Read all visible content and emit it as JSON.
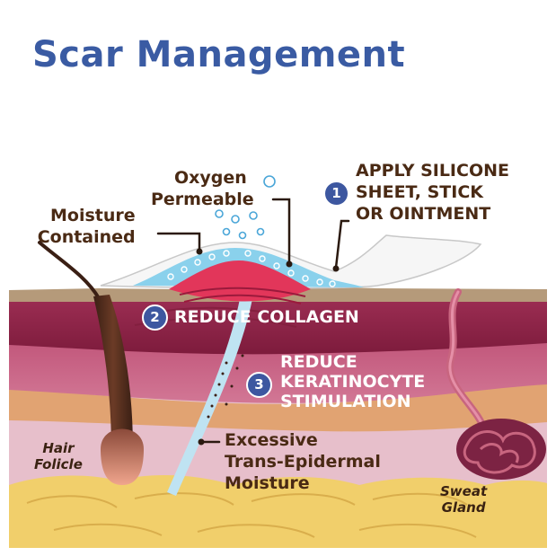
{
  "title": "Scar Management",
  "steps": [
    {
      "number": "1",
      "lines": [
        "APPLY SILICONE",
        "SHEET, STICK",
        "OR OINTMENT"
      ]
    },
    {
      "number": "2",
      "lines": [
        "REDUCE COLLAGEN"
      ]
    },
    {
      "number": "3",
      "lines": [
        "REDUCE",
        "KERATINOCYTE",
        "STIMULATION"
      ]
    }
  ],
  "labels": {
    "oxygen": [
      "Oxygen",
      "Permeable"
    ],
    "moisture": [
      "Moisture",
      "Contained"
    ],
    "excessive": [
      "Excessive",
      "Trans-Epidermal",
      "Moisture"
    ],
    "hair": [
      "Hair",
      "Folicle"
    ],
    "sweat": [
      "Sweat",
      "Gland"
    ]
  },
  "colors": {
    "title": "#3a5ba3",
    "badge": "#3d57a0",
    "label_text": "#4a2a14",
    "epidermis_top": "#b59a7a",
    "dermis_dark": "#8e2346",
    "dermis_mid": "#c35a7d",
    "dermis_light": "#d98aa4",
    "fat_orange": "#e1a372",
    "subcutis_pink": "#e7bfcb",
    "fat_yellow": "#f1cf6b",
    "scar_red": "#e2365a",
    "silicone_blue": "#8ad1ec",
    "moisture_stream": "#bfe3f2"
  }
}
